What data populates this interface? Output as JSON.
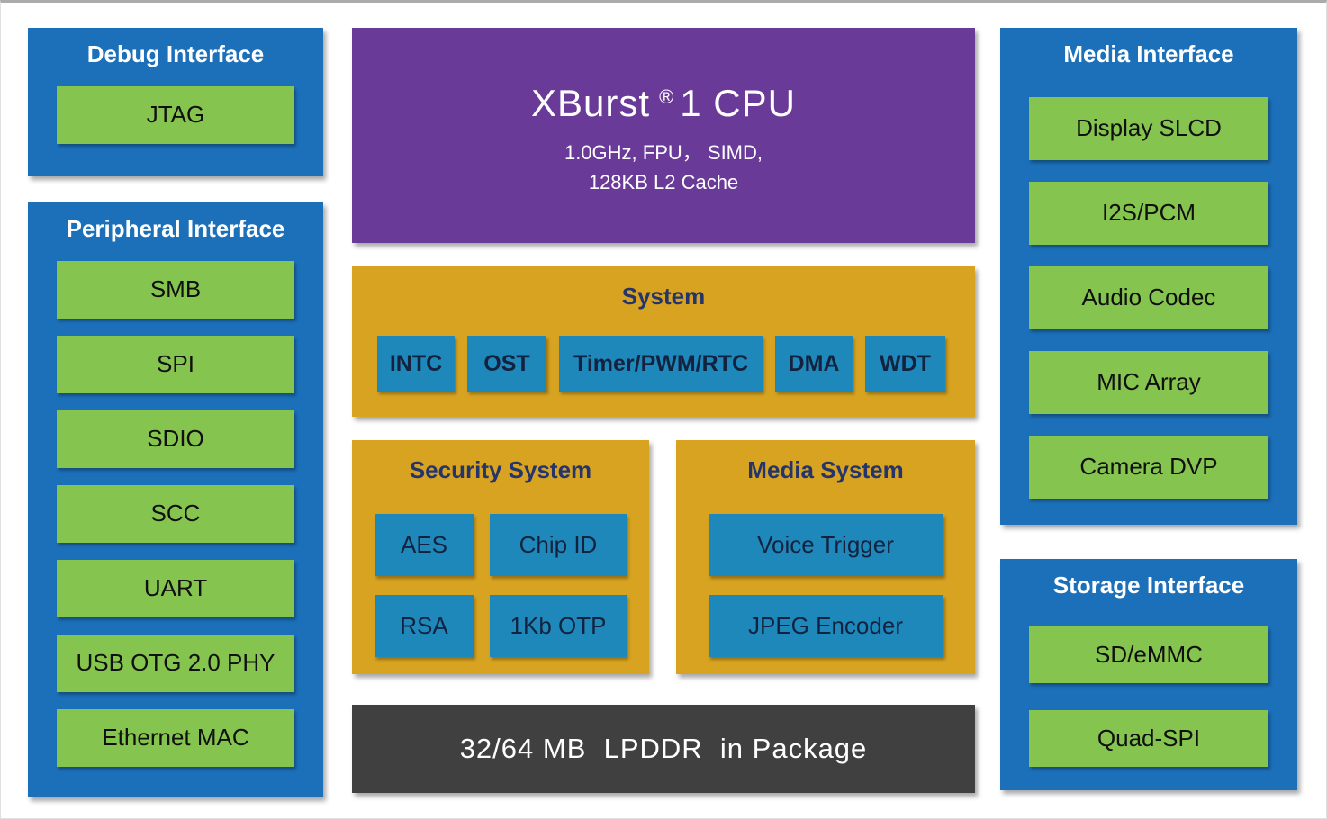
{
  "colors": {
    "panel_blue": "#1b70b9",
    "box_green": "#85c44e",
    "cpu_purple": "#6a3a99",
    "panel_gold": "#d7a320",
    "box_teal": "#1f88bb",
    "memory_dark": "#404040",
    "title_on_blue": "#ffffff",
    "title_on_gold": "#25356b"
  },
  "debug": {
    "title": "Debug Interface",
    "items": [
      "JTAG"
    ]
  },
  "peripheral": {
    "title": "Peripheral Interface",
    "items": [
      "SMB",
      "SPI",
      "SDIO",
      "SCC",
      "UART",
      "USB OTG 2.0 PHY",
      "Ethernet MAC"
    ]
  },
  "cpu": {
    "name": "XBurst",
    "reg_mark": "®",
    "name_suffix": "1 CPU",
    "spec_line1": "1.0GHz, FPU， SIMD,",
    "spec_line2": "128KB L2 Cache"
  },
  "system": {
    "title": "System",
    "items": [
      "INTC",
      "OST",
      "Timer/PWM/RTC",
      "DMA",
      "WDT"
    ]
  },
  "security": {
    "title": "Security System",
    "items": [
      "AES",
      "Chip ID",
      "RSA",
      "1Kb OTP"
    ]
  },
  "media_system": {
    "title": "Media System",
    "items": [
      "Voice Trigger",
      "JPEG Encoder"
    ]
  },
  "memory": {
    "label": "32/64 MB  LPDDR  in Package"
  },
  "media_interface": {
    "title": "Media Interface",
    "items": [
      "Display SLCD",
      "I2S/PCM",
      "Audio Codec",
      "MIC Array",
      "Camera DVP"
    ]
  },
  "storage": {
    "title": "Storage Interface",
    "items": [
      "SD/eMMC",
      "Quad-SPI"
    ]
  }
}
